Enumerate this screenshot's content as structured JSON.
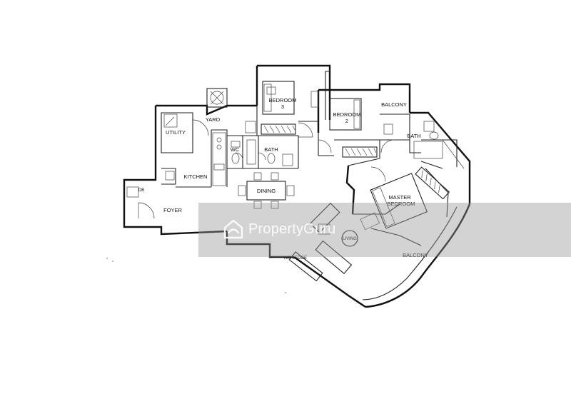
{
  "rooms": {
    "yard": "YARD",
    "utility": "UTILITY",
    "kitchen": "KITCHEN",
    "db": "DB",
    "foyer": "FOYER",
    "wc": "WC",
    "bath_common": "BATH",
    "bedroom3_line1": "BEDROOM",
    "bedroom3_line2": "3",
    "bedroom2_line1": "BEDROOM",
    "bedroom2_line2": "2",
    "balcony_top": "BALCONY",
    "bath_master": "BATH",
    "dining": "DINING",
    "master_line1": "MASTER",
    "master_line2": "BEDROOM",
    "living": "LIVING",
    "ac_ledge": "A/C LEDGE",
    "balcony_main": "BALCONY"
  },
  "watermark": {
    "brand": "PropertyGuru",
    "logo_icon": "propertyguru-logo-icon"
  }
}
